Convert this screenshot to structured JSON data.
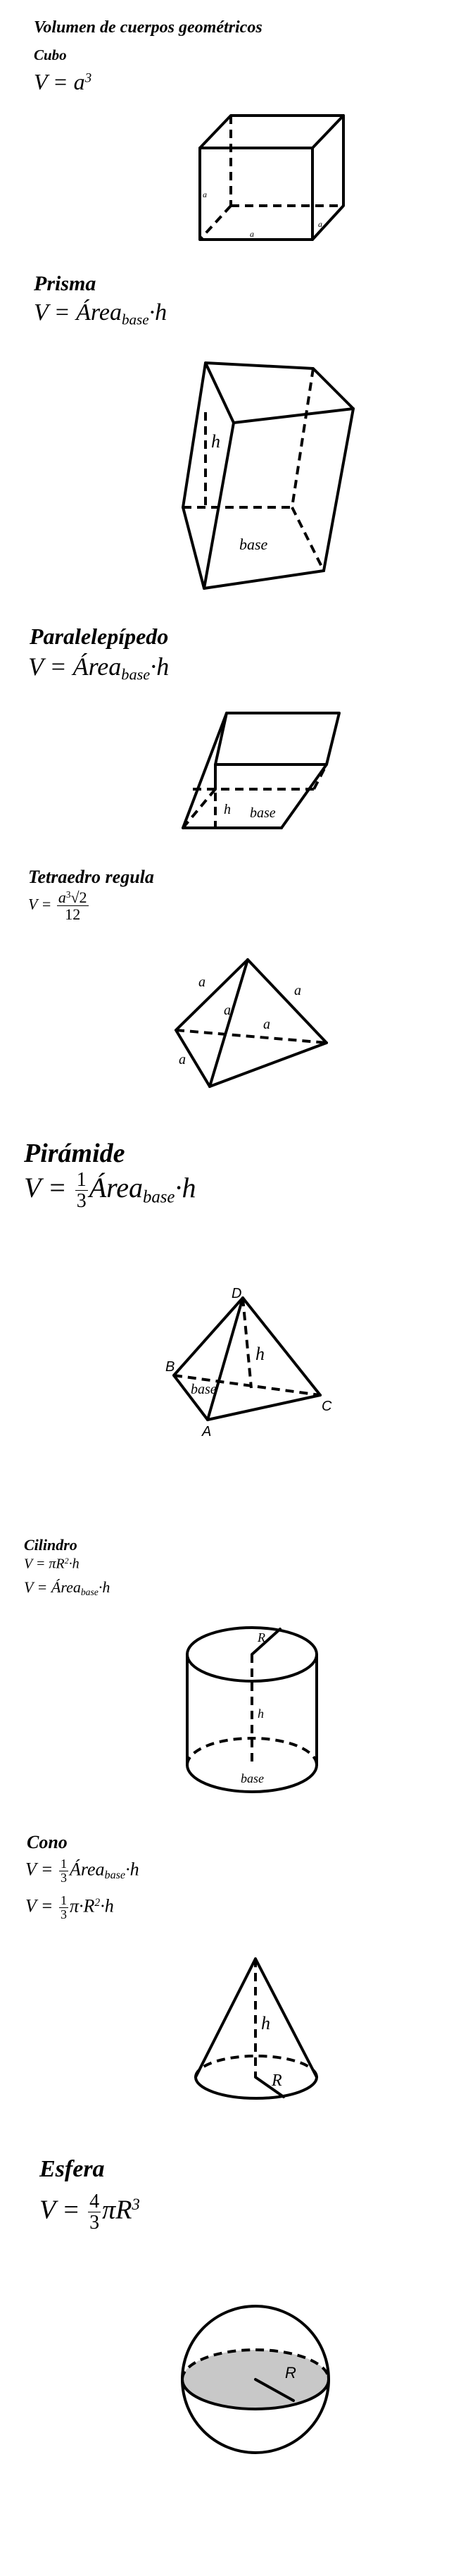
{
  "title": "Volumen de cuerpos geométricos",
  "shapes": {
    "cubo": {
      "name": "Cubo",
      "formula_lhs": "V = ",
      "formula_var": "a",
      "formula_exp": "3",
      "labels": {
        "a1": "a",
        "a2": "a",
        "a3": "a"
      }
    },
    "prisma": {
      "name": "Prisma",
      "formula_lhs": "V = ",
      "formula_main": "Área",
      "formula_sub": "base",
      "formula_tail": "·h",
      "labels": {
        "h": "h",
        "base": "base"
      }
    },
    "paralelepipedo": {
      "name": "Paralelepípedo",
      "formula_lhs": "V = ",
      "formula_main": "Área",
      "formula_sub": "base",
      "formula_tail": "·h",
      "labels": {
        "h": "h",
        "base": "base"
      }
    },
    "tetraedro": {
      "name": "Tetraedro regula",
      "formula_lhs": "V = ",
      "num_a": "a",
      "num_exp": "3",
      "num_root": "√2",
      "den": "12",
      "labels": {
        "a1": "a",
        "a2": "a",
        "a3": "a",
        "a4": "a",
        "a5": "a"
      }
    },
    "piramide": {
      "name": "Pirámide",
      "formula_lhs": "V = ",
      "frac_num": "1",
      "frac_den": "3",
      "formula_main": "Área",
      "formula_sub": "base",
      "formula_tail": "·h",
      "labels": {
        "D": "D",
        "B": "B",
        "C": "C",
        "A": "A",
        "h": "h",
        "base": "base"
      }
    },
    "cilindro": {
      "name": "Cilindro",
      "formula1_lhs": "V = ",
      "formula1_body": "πR",
      "formula1_exp": "2",
      "formula1_tail": "·h",
      "formula2_lhs": "V = ",
      "formula2_main": "Área",
      "formula2_sub": "base",
      "formula2_tail": "·h",
      "labels": {
        "R": "R",
        "h": "h",
        "base": "base"
      }
    },
    "cono": {
      "name": "Cono",
      "formula1_lhs": "V = ",
      "frac_num": "1",
      "frac_den": "3",
      "formula1_main": "Área",
      "formula1_sub": "base",
      "formula1_tail": "·h",
      "formula2_lhs": "V = ",
      "frac2_num": "1",
      "frac2_den": "3",
      "formula2_body": "π·R",
      "formula2_exp": "2",
      "formula2_tail": "·h",
      "labels": {
        "h": "h",
        "R": "R"
      }
    },
    "esfera": {
      "name": "Esfera",
      "formula_lhs": "V = ",
      "frac_num": "4",
      "frac_den": "3",
      "formula_body": "πR",
      "formula_exp": "3",
      "labels": {
        "R": "R"
      }
    }
  }
}
